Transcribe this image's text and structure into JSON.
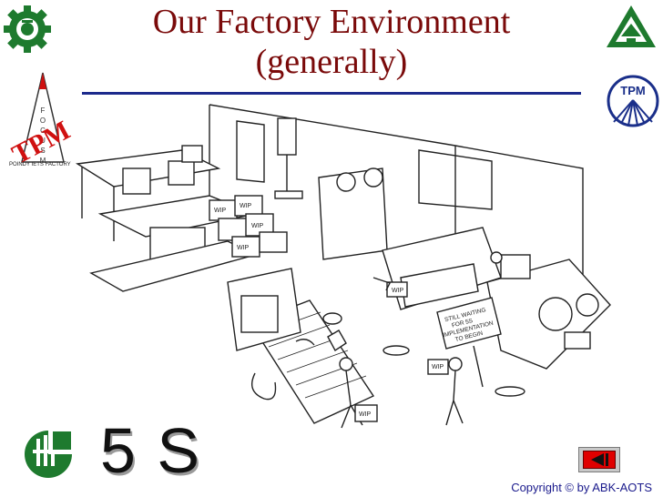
{
  "slide": {
    "title_line1": "Our Factory Environment",
    "title_line2": "(generally)",
    "five_s": "5 S",
    "copyright": "Copyright © by ABK-AOTS"
  },
  "left_logo": {
    "letters": [
      "F",
      "O",
      "C",
      "U",
      "S",
      "M"
    ],
    "tpm_text": "TPM",
    "caption": "POINDY IETS FACTORY"
  },
  "right_logo": {
    "tpm_text": "TPM"
  },
  "scene": {
    "sign_lines": [
      "STILL WAITING",
      "FOR 5S",
      "IMPLEMENTATION",
      "TO BEGIN"
    ],
    "box_label": "WIP"
  },
  "colors": {
    "title": "#7a0a0a",
    "title_rule": "#1c2a8c",
    "logo_green": "#1e7a2e",
    "tpm_red": "#d01010",
    "tpm_blue": "#1a2f8a",
    "nav_red": "#e00000"
  },
  "icons": {
    "top_left": "gear-logo-icon",
    "top_right": "triangle-logo-icon",
    "bottom_left": "jipm-logo-icon",
    "nav": "back-arrow-icon"
  }
}
